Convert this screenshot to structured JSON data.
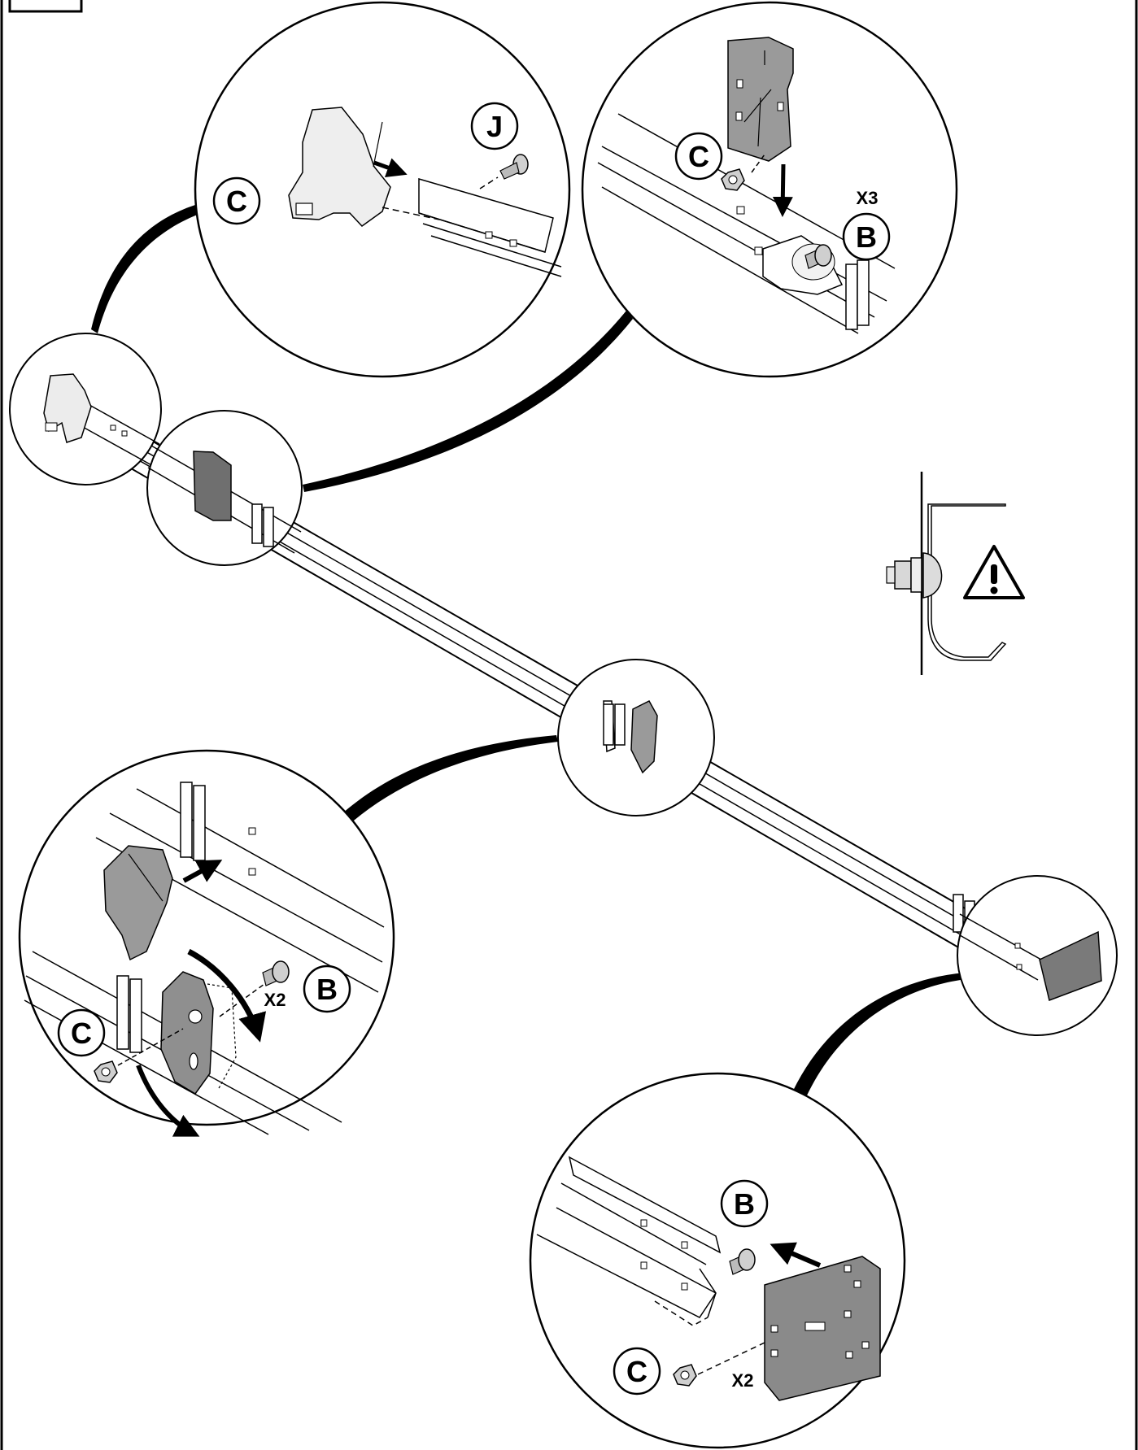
{
  "labels": {
    "part_b": "B",
    "part_c": "C",
    "part_j": "J",
    "qty_x3": "X3",
    "qty_x2": "X2"
  },
  "icons": {
    "warning": "warning-triangle-icon"
  },
  "colors": {
    "line": "#000000",
    "metal_light": "#f2f2f2",
    "metal_mid": "#9a9a9a",
    "metal_dark": "#6f6f6f",
    "background": "#ffffff"
  }
}
